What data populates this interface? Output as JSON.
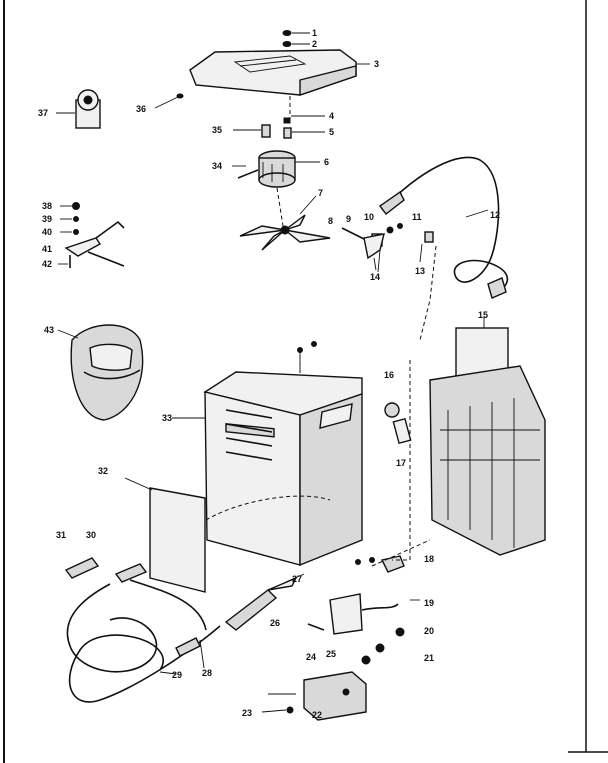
{
  "diagram": {
    "callouts": [
      "1",
      "2",
      "3",
      "4",
      "5",
      "6",
      "7",
      "8",
      "9",
      "10",
      "11",
      "12",
      "13",
      "14",
      "15",
      "16",
      "17",
      "18",
      "19",
      "20",
      "21",
      "22",
      "23",
      "24",
      "25",
      "26",
      "27",
      "28",
      "29",
      "30",
      "31",
      "32",
      "33",
      "34",
      "35",
      "36",
      "37",
      "38",
      "39",
      "40",
      "41",
      "42",
      "43"
    ]
  },
  "colors": {
    "ink": "#111111",
    "paper": "#ffffff",
    "shade": "#d9d9d9"
  }
}
